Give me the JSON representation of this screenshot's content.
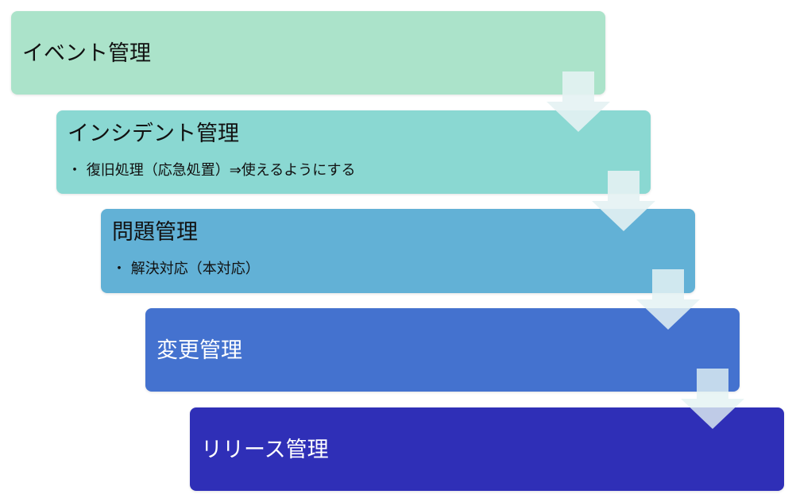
{
  "steps": [
    {
      "title": "イベント管理",
      "bullets": [],
      "color": "#abe3ca",
      "text_color": "#111111"
    },
    {
      "title": "インシデント管理",
      "bullets": [
        "・ 復旧処理（応急処置）⇒使えるようにする"
      ],
      "color": "#8ad8d2",
      "text_color": "#111111"
    },
    {
      "title": "問題管理",
      "bullets": [
        "・ 解決対応（本対応）"
      ],
      "color": "#62b1d6",
      "text_color": "#111111"
    },
    {
      "title": "変更管理",
      "bullets": [],
      "color": "#4472cf",
      "text_color": "#ffffff"
    },
    {
      "title": "リリース管理",
      "bullets": [],
      "color": "#2f2fb7",
      "text_color": "#ffffff"
    }
  ],
  "arrow_color": "#e4f2f3"
}
